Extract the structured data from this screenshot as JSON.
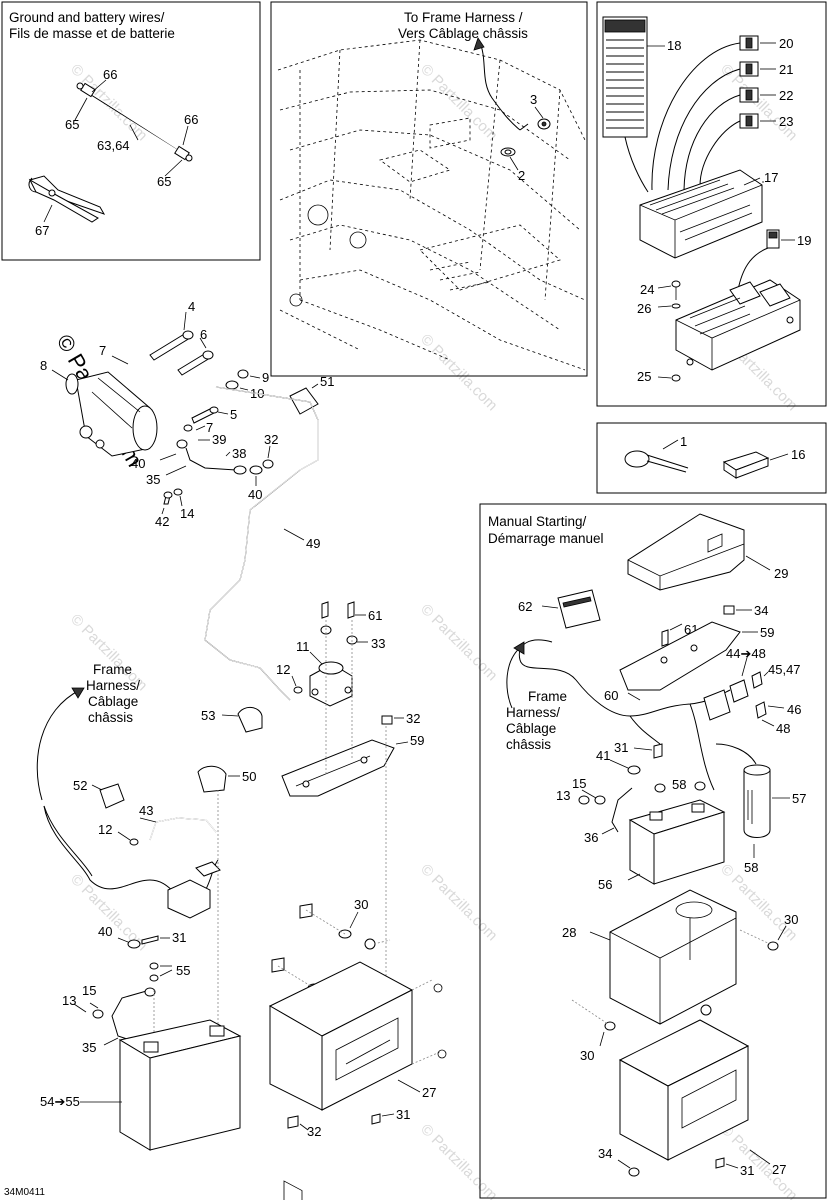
{
  "panels": {
    "ground_wires": {
      "title_line1": "Ground and battery wires/",
      "title_line2": "Fils de masse et de batterie"
    },
    "frame_harness_top": {
      "title_line1": "To Frame Harness /",
      "title_line2": "Vers Câblage châssis"
    },
    "manual_starting": {
      "title_line1": "Manual Starting/",
      "title_line2": "Démarrage manuel"
    }
  },
  "frame_harness_left": {
    "line1": "Frame",
    "line2": "Harness/",
    "line3": "Câblage",
    "line4": "châssis"
  },
  "frame_harness_right": {
    "line1": "Frame",
    "line2": "Harness/",
    "line3": "Câblage",
    "line4": "châssis"
  },
  "watermark": "© Partzilla.com",
  "watermark_light": "© Partzilla.com",
  "diagram_ref": "34M0411",
  "callouts": {
    "c66a": "66",
    "c65a": "65",
    "c66b": "66",
    "c6364": "63,64",
    "c65b": "65",
    "c67": "67",
    "c3": "3",
    "c2": "2",
    "c18": "18",
    "c20": "20",
    "c21": "21",
    "c22": "22",
    "c23": "23",
    "c17": "17",
    "c19": "19",
    "c24": "24",
    "c26": "26",
    "c25": "25",
    "c1": "1",
    "c16": "16",
    "c4": "4",
    "c6": "6",
    "c8": "8",
    "c7a": "7",
    "c9": "9",
    "c10": "10",
    "c51": "51",
    "c5": "5",
    "c7b": "7",
    "c39": "39",
    "c32a": "32",
    "c38": "38",
    "c40a": "40",
    "c35a": "35",
    "c40b": "40",
    "c42": "42",
    "c14": "14",
    "c49": "49",
    "c61a": "61",
    "c33": "33",
    "c11": "11",
    "c12a": "12",
    "c53": "53",
    "c32b": "32",
    "c59a": "59",
    "c52": "52",
    "c50": "50",
    "c43": "43",
    "c12b": "12",
    "c40c": "40",
    "c31a": "31",
    "c55": "55",
    "c13a": "13",
    "c15a": "15",
    "c35b": "35",
    "c5455": "54➔55",
    "c30a": "30",
    "c27a": "27",
    "c31b": "31",
    "c32c": "32",
    "c29": "29",
    "c62": "62",
    "c61b": "61",
    "c34a": "34",
    "c59b": "59",
    "c4448": "44➔48",
    "c4547": "45,47",
    "c60": "60",
    "c46": "46",
    "c48": "48",
    "c41": "41",
    "c31c": "31",
    "c58a": "58",
    "c57": "57",
    "c15b": "15",
    "c13b": "13",
    "c36": "36",
    "c56": "56",
    "c58b": "58",
    "c28": "28",
    "c30b": "30",
    "c30c": "30",
    "c27b": "27",
    "c34b": "34",
    "c31d": "31"
  }
}
